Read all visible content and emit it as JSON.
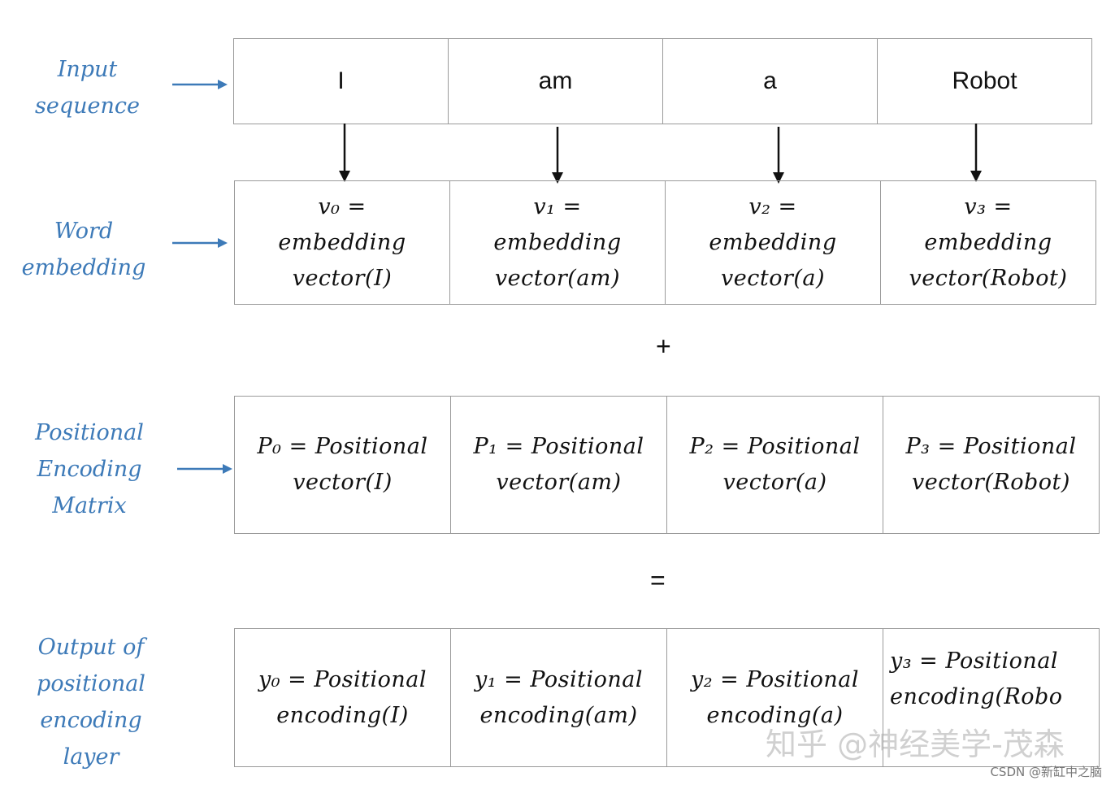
{
  "rows": {
    "input": {
      "label": [
        "Input",
        "sequence"
      ],
      "cells": [
        "I",
        "am",
        "a",
        "Robot"
      ]
    },
    "embedding": {
      "label": [
        "Word",
        "embedding"
      ],
      "cells": [
        [
          "v₀ =",
          "embedding",
          "vector(I)"
        ],
        [
          "v₁ =",
          "embedding",
          "vector(am)"
        ],
        [
          "v₂ =",
          "embedding",
          "vector(a)"
        ],
        [
          "v₃ =",
          "embedding",
          "vector(Robot)"
        ]
      ]
    },
    "positional": {
      "label": [
        "Positional",
        "Encoding",
        "Matrix"
      ],
      "cells": [
        [
          "P₀ = Positional",
          "vector(I)"
        ],
        [
          "P₁ = Positional",
          "vector(am)"
        ],
        [
          "P₂ = Positional",
          "vector(a)"
        ],
        [
          "P₃ = Positional",
          "vector(Robot)"
        ]
      ]
    },
    "output": {
      "label": [
        "Output of",
        "positional",
        "encoding",
        "layer"
      ],
      "cells": [
        [
          "y₀ = Positional",
          "encoding(I)"
        ],
        [
          "y₁ = Positional",
          "encoding(am)"
        ],
        [
          "y₂ = Positional",
          "encoding(a)"
        ],
        [
          "y₃ = Positional",
          "encoding(Robo"
        ]
      ]
    }
  },
  "operators": {
    "plus": "+",
    "equals": "="
  },
  "watermark": "知乎 @神经美学-茂森",
  "credit": "CSDN @新缸中之脑",
  "colors": {
    "label": "#3d7ab8",
    "border": "#9a9a9a",
    "text": "#111111"
  }
}
